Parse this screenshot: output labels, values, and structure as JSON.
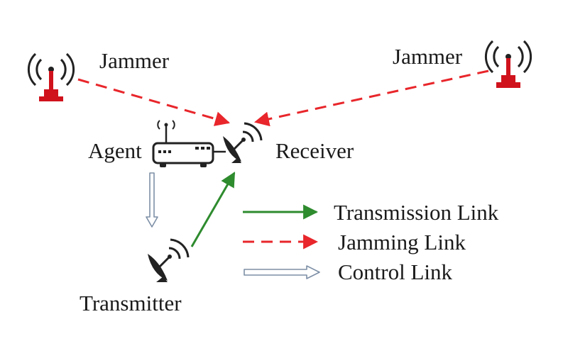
{
  "nodes": {
    "jammer_left": "Jammer",
    "jammer_right": "Jammer",
    "agent": "Agent",
    "receiver": "Receiver",
    "transmitter": "Transmitter"
  },
  "legend": {
    "transmission": "Transmission Link",
    "jamming": "Jamming Link",
    "control": "Control Link"
  },
  "colors": {
    "transmission": "#2e8b2e",
    "jamming": "#e8262b",
    "control_fill": "#ffffff",
    "control_stroke": "#7d8fa6",
    "jammer_body": "#d0121c",
    "device": "#222222"
  },
  "icons": {
    "jammer": "radio-tower-icon",
    "agent": "router-icon",
    "dish": "satellite-dish-icon"
  }
}
